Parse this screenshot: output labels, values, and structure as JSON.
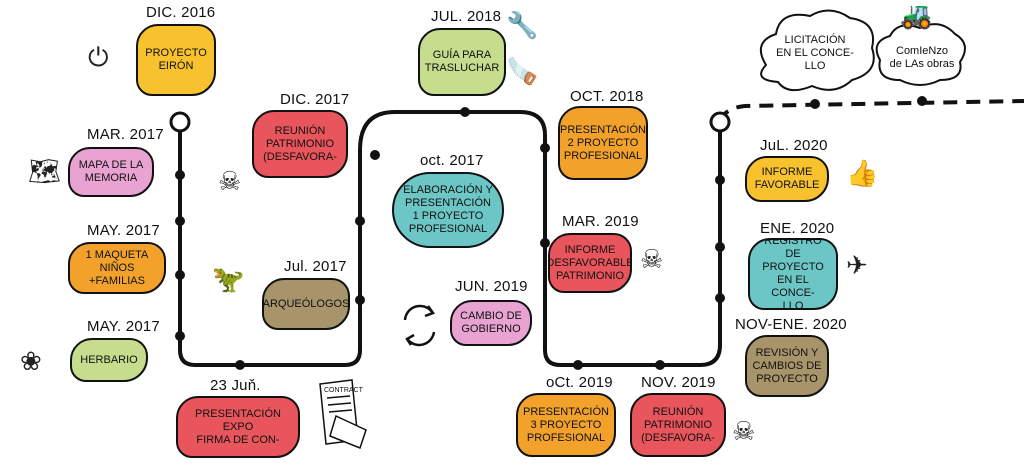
{
  "colors": {
    "yellow": "#f7c22d",
    "pink": "#e9a3d2",
    "orange": "#f2a22b",
    "green": "#c5dd8c",
    "red": "#e8555c",
    "teal": "#6cc6c6",
    "khaki": "#a8946a"
  },
  "milestones": [
    {
      "id": "dic2016",
      "date": "DIC. 2016",
      "text": "PROYECTO\nEIRÓN",
      "color": "yellow"
    },
    {
      "id": "mar2017",
      "date": "MAR. 2017",
      "text": "MAPA DE LA\nMEMORIA",
      "color": "pink"
    },
    {
      "id": "may2017a",
      "date": "MAY. 2017",
      "text": "1 MAQUETA\nNIÑOS +FAMILIAS",
      "color": "orange"
    },
    {
      "id": "may2017b",
      "date": "MAY. 2017",
      "text": "HERBARIO",
      "color": "green"
    },
    {
      "id": "dic2017",
      "date": "DIC. 2017",
      "text": "REUNIÓN\nPATRIMONIO\n(DESFAVORA-",
      "color": "red"
    },
    {
      "id": "jul2017",
      "date": "Jul. 2017",
      "text": "ARQUEÓLOGOS",
      "color": "khaki"
    },
    {
      "id": "jun23",
      "date": "23 Juň.",
      "text": "PRESENTACIÓN\nEXPO\nFIRMA DE CON-",
      "color": "red"
    },
    {
      "id": "jul2018",
      "date": "JUL. 2018",
      "text": "GUÍA PARA\nTRASLUCHAR",
      "color": "green"
    },
    {
      "id": "oct2017",
      "date": "oct. 2017",
      "text": "ELABORACIÓN Y\nPRESENTACIÓN\n1 PROYECTO\nPROFESIONAL",
      "color": "teal"
    },
    {
      "id": "jun2019",
      "date": "JUN. 2019",
      "text": "CAMBIO DE\nGOBIERNO",
      "color": "pink"
    },
    {
      "id": "oct2018",
      "date": "OCT. 2018",
      "text": "PRESENTACIÓN\n2 PROYECTO\nPROFESIONAL",
      "color": "orange"
    },
    {
      "id": "mar2019",
      "date": "MAR. 2019",
      "text": "Informe\nDESFAVORABLE\nPATRIMONIO",
      "color": "red"
    },
    {
      "id": "oct2019",
      "date": "oCt. 2019",
      "text": "PRESENTACIÓN\n3 PROYECTO\nPROFESIONAL",
      "color": "orange"
    },
    {
      "id": "nov2019",
      "date": "NOV. 2019",
      "text": "REUNIÓN\nPATRIMONIO\n(DESFAVORA-",
      "color": "red"
    },
    {
      "id": "jul2020",
      "date": "JuL. 2020",
      "text": "INFORME\nFAVORABLE",
      "color": "yellow"
    },
    {
      "id": "ene2020",
      "date": "ENE. 2020",
      "text": "REGISTRO\nDE PROYECTO\nEN EL CONCE-\nLLO",
      "color": "teal"
    },
    {
      "id": "novene2020",
      "date": "NOV-ENE. 2020",
      "text": "REVISIÓN Y\nCAMBIOS DE\nPROYECTO",
      "color": "khaki"
    }
  ],
  "future": [
    {
      "id": "licitacion",
      "text": "LICITACIÓN\nEN EL CONCE-\nLLO"
    },
    {
      "id": "obras",
      "text": "ComIeNzo\nde LAs obras"
    }
  ],
  "contract_label": "CONTRACT",
  "icons": [
    "power-icon",
    "map-icon",
    "flower-icon",
    "dinosaur-icon",
    "skull-icon",
    "contract-icon",
    "wrench-icon",
    "saw-icon",
    "refresh-icon",
    "thumbs-up-icon",
    "paper-plane-icon",
    "bulldozer-icon"
  ]
}
